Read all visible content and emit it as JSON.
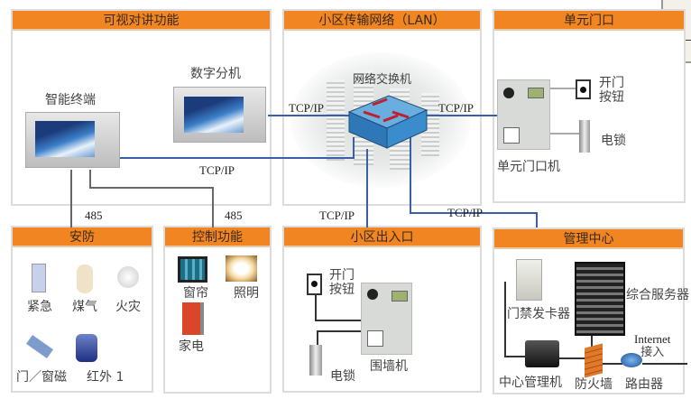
{
  "panels": {
    "intercom": {
      "title": "可视对讲功能",
      "smart_terminal": "智能终端",
      "digital_extension": "数字分机"
    },
    "lan": {
      "title": "小区传输网络（LAN）",
      "switch": "网络交换机"
    },
    "unit_door": {
      "title": "单元门口",
      "unlock_button": [
        "开门",
        "按钮"
      ],
      "electric_lock": "电锁",
      "unit_door_station": "单元门口机"
    },
    "security": {
      "title": "安防",
      "items": [
        "紧急",
        "煤气",
        "火灾",
        "门／窗磁",
        "红外 1"
      ]
    },
    "control": {
      "title": "控制功能",
      "items": [
        "窗帘",
        "照明",
        "家电"
      ]
    },
    "entrance": {
      "title": "小区出入口",
      "unlock_button": [
        "开门",
        "按钮"
      ],
      "electric_lock": "电锁",
      "wall_station": "围墙机"
    },
    "management": {
      "title": "管理中心",
      "card_issuer": "门禁发卡器",
      "server": "综合服务器",
      "center_pc": "中心管理机",
      "firewall": "防火墙",
      "router": "路由器",
      "internet": [
        "Internet",
        "接入"
      ]
    }
  },
  "links": {
    "tcpip": "TCP/IP",
    "rs485": "485"
  },
  "colors": {
    "header": "#f08522",
    "link_blue": "#3a5fa8",
    "link_grey": "#666666"
  }
}
